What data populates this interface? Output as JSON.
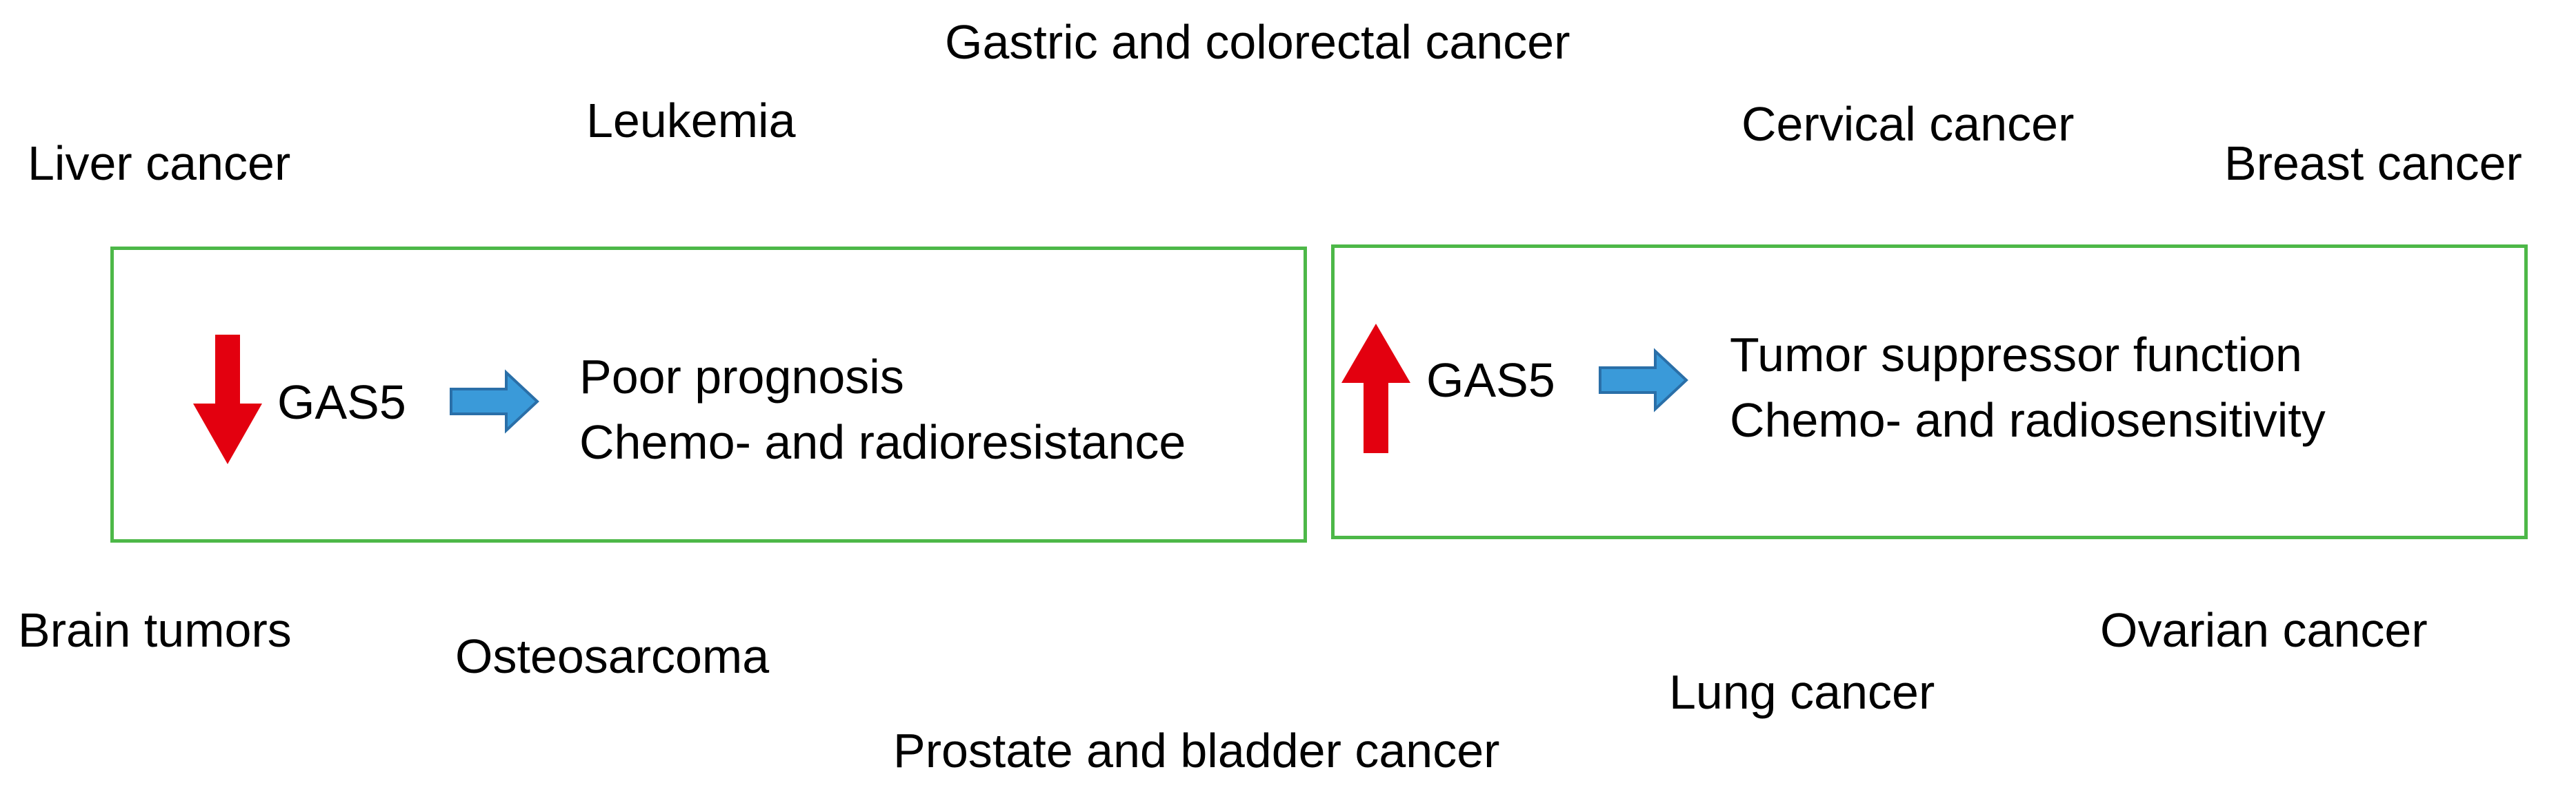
{
  "cancers": {
    "gastric_colorectal": "Gastric and colorectal cancer",
    "leukemia": "Leukemia",
    "liver": "Liver cancer",
    "cervical": "Cervical cancer",
    "breast": "Breast cancer",
    "brain": "Brain tumors",
    "osteosarcoma": "Osteosarcoma",
    "prostate_bladder": "Prostate and bladder cancer",
    "lung": "Lung cancer",
    "ovarian": "Ovarian cancer"
  },
  "left_box": {
    "gene": "GAS5",
    "direction": "down",
    "outcome_1": "Poor prognosis",
    "outcome_2": "Chemo- and radioresistance"
  },
  "right_box": {
    "gene": "GAS5",
    "direction": "up",
    "outcome_1": "Tumor suppressor function",
    "outcome_2": "Chemo- and radiosensitivity"
  },
  "colors": {
    "box_border": "#4db848",
    "down_arrow": "#e3000f",
    "up_arrow": "#e3000f",
    "flow_arrow_fill": "#3a9ad9",
    "flow_arrow_stroke": "#2a6fa8"
  },
  "icons": {
    "down_arrow": "down-arrow-icon",
    "up_arrow": "up-arrow-icon",
    "flow_arrow": "right-arrow-icon"
  }
}
